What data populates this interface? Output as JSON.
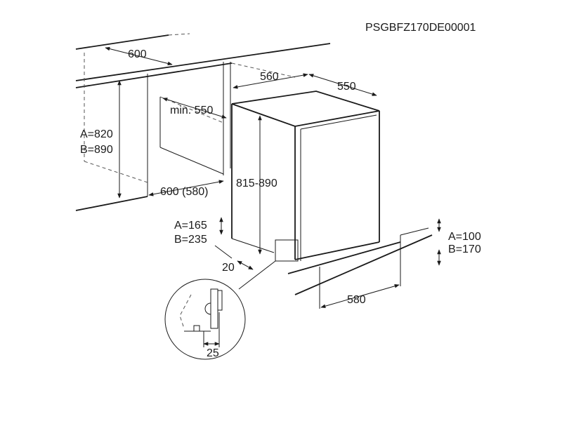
{
  "drawing_code": "PSGBFZ170DE00001",
  "dimensions": {
    "niche_width": "600",
    "appliance_width": "560",
    "appliance_depth": "550",
    "min_depth": "min. 550",
    "niche_height_a": "A=820",
    "niche_height_b": "B=890",
    "appliance_height": "815-890",
    "niche_bottom_width": "600 (580)",
    "plinth_height_a": "A=165",
    "plinth_height_b": "B=235",
    "gap": "20",
    "plinth_a": "A=100",
    "plinth_b": "B=170",
    "plinth_depth": "580",
    "detail_offset": "25"
  }
}
